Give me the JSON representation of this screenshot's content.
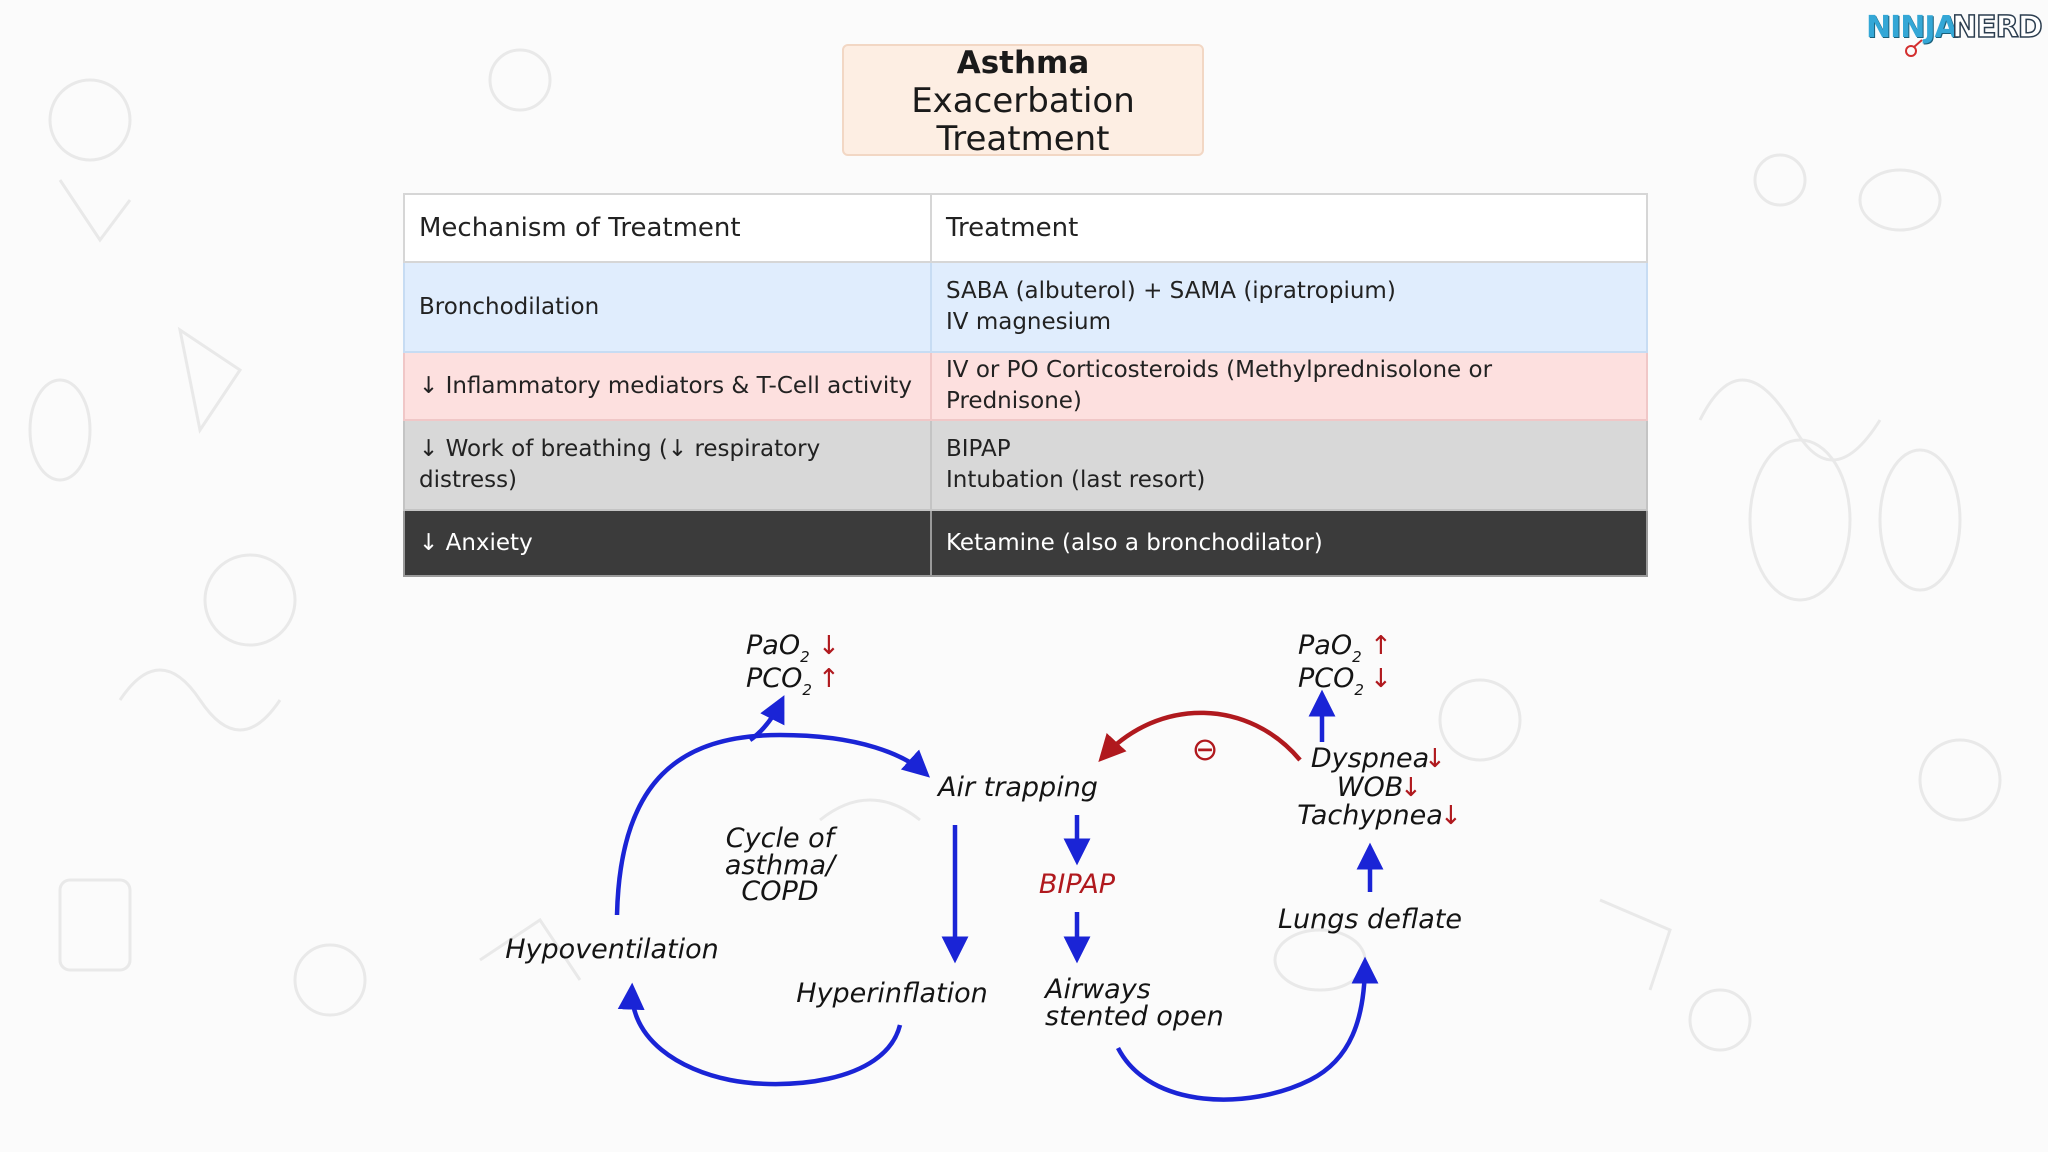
{
  "logo": {
    "ninja": "NINJA",
    "nerd": "NERD"
  },
  "title": {
    "bold": "Asthma",
    "rest": "Exacerbation",
    "line2": "Treatment"
  },
  "table": {
    "headers": [
      "Mechanism of Treatment",
      "Treatment"
    ],
    "rows": [
      {
        "mechanism": "Bronchodilation",
        "treatment": [
          "SABA (albuterol) + SAMA (ipratropium)",
          "IV magnesium"
        ]
      },
      {
        "mechanism": "↓ Inflammatory mediators & T-Cell activity",
        "treatment": [
          "IV or PO Corticosteroids (Methylprednisolone or Prednisone)"
        ]
      },
      {
        "mechanism": "↓ Work of breathing (↓ respiratory distress)",
        "treatment": [
          "BIPAP",
          "Intubation (last resort)"
        ]
      },
      {
        "mechanism": "↓ Anxiety",
        "treatment": [
          "Ketamine (also a bronchodilator)"
        ]
      }
    ]
  },
  "diagram": {
    "left_gas": {
      "pao": "PaO",
      "pco": "PCO",
      "sub": "2"
    },
    "right_gas": {
      "pao": "PaO",
      "pco": "PCO",
      "sub": "2"
    },
    "air_trapping": "Air trapping",
    "cycle": [
      "Cycle of",
      "asthma/",
      "COPD"
    ],
    "hypoventilation": "Hypoventilation",
    "hyperinflation": "Hyperinflation",
    "bipap": "BIPAP",
    "airways": [
      "Airways",
      "stented open"
    ],
    "lungs_deflate": "Lungs deflate",
    "symptoms": [
      "Dyspnea",
      "WOB",
      "Tachypnea"
    ],
    "inhibit_symbol": "⊖",
    "colors": {
      "arrow": "#1a24d6",
      "red": "#b0191e"
    }
  }
}
